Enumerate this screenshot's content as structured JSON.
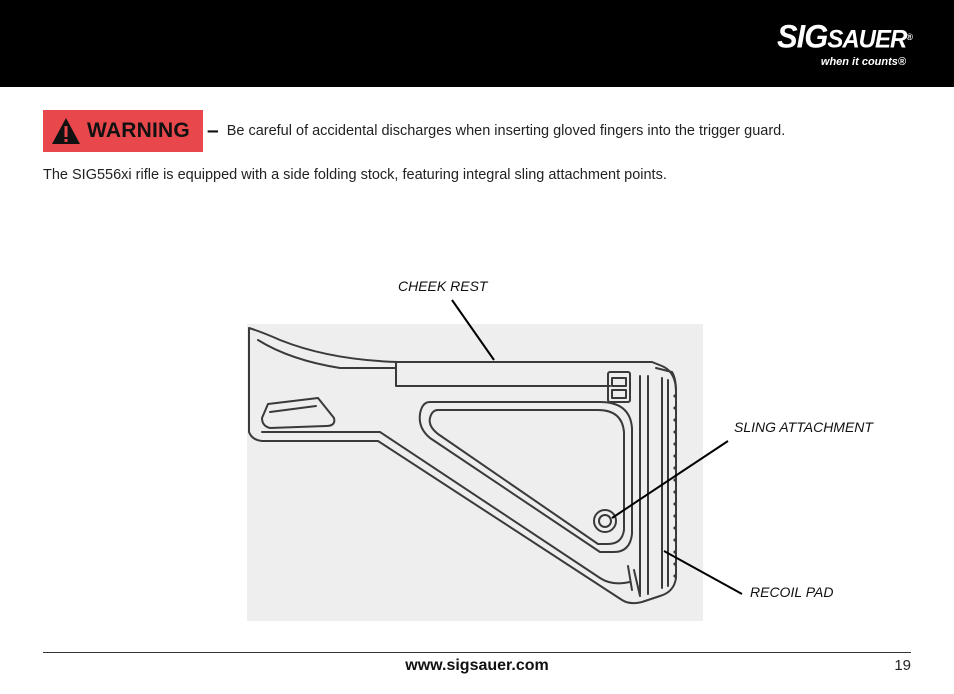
{
  "header": {
    "brand_sig": "SIG",
    "brand_sauer": "SAUER",
    "brand_reg": "®",
    "tagline": "when it counts®"
  },
  "warning": {
    "label": "WARNING",
    "dash": "–",
    "text": "Be careful of accidental discharges when inserting gloved fingers into the trigger guard.",
    "color": "#e8474c"
  },
  "intro": "The SIG556xi rifle is equipped with a side folding stock, featuring integral sling attachment points.",
  "figure": {
    "callouts": {
      "cheek_rest": "CHEEK REST",
      "sling_attachment": "SLING ATTACHMENT",
      "recoil_pad": "RECOIL PAD"
    }
  },
  "footer": {
    "url": "www.sigsauer.com",
    "page_number": "19"
  }
}
